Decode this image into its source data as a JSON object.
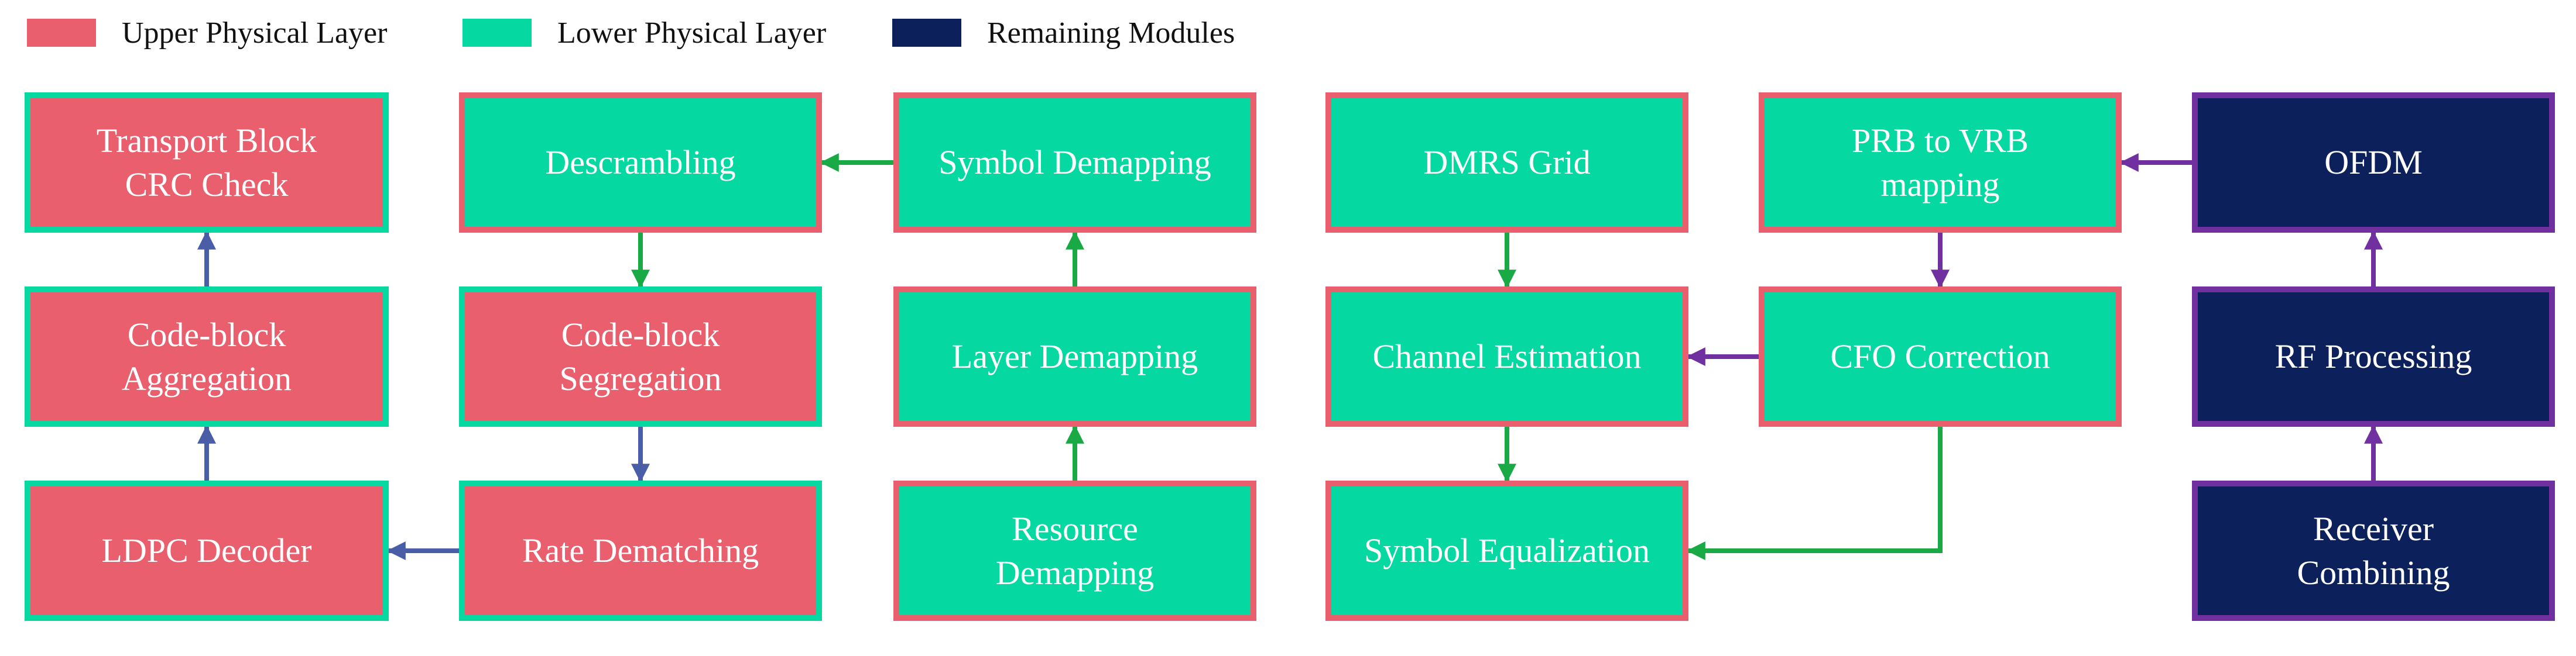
{
  "colors": {
    "upper_fill": "#e95f6d",
    "upper_border": "#05d8a1",
    "lower_fill": "#05d8a1",
    "lower_border": "#e95f6d",
    "remaining_fill": "#0c205c",
    "remaining_border": "#7030a0",
    "arrow_blue": "#4a5ea8",
    "arrow_green": "#1aaa45",
    "arrow_purple": "#7030a0"
  },
  "legend": [
    {
      "id": "upper",
      "label": "Upper Physical Layer"
    },
    {
      "id": "lower",
      "label": "Lower Physical Layer"
    },
    {
      "id": "remaining",
      "label": "Remaining Modules"
    }
  ],
  "nodes": {
    "transport_block_crc_check": {
      "label": "Transport Block\nCRC Check",
      "category": "upper"
    },
    "code_block_aggregation": {
      "label": "Code-block\nAggregation",
      "category": "upper"
    },
    "ldpc_decoder": {
      "label": "LDPC Decoder",
      "category": "upper"
    },
    "descrambling": {
      "label": "Descrambling",
      "category": "lower"
    },
    "code_block_segregation": {
      "label": "Code-block\nSegregation",
      "category": "upper"
    },
    "rate_dematching": {
      "label": "Rate Dematching",
      "category": "upper"
    },
    "symbol_demapping": {
      "label": "Symbol Demapping",
      "category": "lower"
    },
    "layer_demapping": {
      "label": "Layer Demapping",
      "category": "lower"
    },
    "resource_demapping": {
      "label": "Resource\nDemapping",
      "category": "lower"
    },
    "dmrs_grid": {
      "label": "DMRS Grid",
      "category": "lower"
    },
    "channel_estimation": {
      "label": "Channel Estimation",
      "category": "lower"
    },
    "symbol_equalization": {
      "label": "Symbol Equalization",
      "category": "lower"
    },
    "prb_to_vrb_mapping": {
      "label": "PRB to VRB\nmapping",
      "category": "lower"
    },
    "cfo_correction": {
      "label": "CFO Correction",
      "category": "lower"
    },
    "ofdm": {
      "label": "OFDM",
      "category": "remaining"
    },
    "rf_processing": {
      "label": "RF Processing",
      "category": "remaining"
    },
    "receiver_combining": {
      "label": "Receiver\nCombining",
      "category": "remaining"
    }
  },
  "edges": [
    {
      "from": "receiver_combining",
      "to": "rf_processing",
      "color": "arrow_purple"
    },
    {
      "from": "rf_processing",
      "to": "ofdm",
      "color": "arrow_purple"
    },
    {
      "from": "ofdm",
      "to": "prb_to_vrb_mapping",
      "color": "arrow_purple"
    },
    {
      "from": "prb_to_vrb_mapping",
      "to": "cfo_correction",
      "color": "arrow_purple"
    },
    {
      "from": "cfo_correction",
      "to": "channel_estimation",
      "color": "arrow_purple"
    },
    {
      "from": "dmrs_grid",
      "to": "channel_estimation",
      "color": "arrow_green"
    },
    {
      "from": "channel_estimation",
      "to": "symbol_equalization",
      "color": "arrow_green"
    },
    {
      "from": "cfo_correction",
      "to": "symbol_equalization",
      "color": "arrow_green"
    },
    {
      "from": "resource_demapping",
      "to": "layer_demapping",
      "color": "arrow_green"
    },
    {
      "from": "layer_demapping",
      "to": "symbol_demapping",
      "color": "arrow_green"
    },
    {
      "from": "symbol_demapping",
      "to": "descrambling",
      "color": "arrow_green"
    },
    {
      "from": "descrambling",
      "to": "code_block_segregation",
      "color": "arrow_green"
    },
    {
      "from": "code_block_segregation",
      "to": "rate_dematching",
      "color": "arrow_blue"
    },
    {
      "from": "rate_dematching",
      "to": "ldpc_decoder",
      "color": "arrow_blue"
    },
    {
      "from": "ldpc_decoder",
      "to": "code_block_aggregation",
      "color": "arrow_blue"
    },
    {
      "from": "code_block_aggregation",
      "to": "transport_block_crc_check",
      "color": "arrow_blue"
    }
  ]
}
